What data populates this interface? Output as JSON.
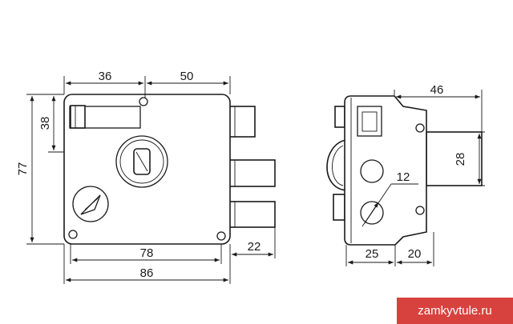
{
  "dimensions": {
    "top_left": "36",
    "top_right": "50",
    "height_total": "77",
    "height_upper": "38",
    "body_width": "78",
    "overall_width": "86",
    "bolt_projection": "22",
    "side_width": "46",
    "side_bolt_height": "28",
    "hole_diameter": "12",
    "side_lower_left": "25",
    "side_lower_right": "20"
  },
  "watermark": {
    "text": "zamkyvtule.ru"
  },
  "colors": {
    "line": "#1a1a1a",
    "watermark_bg": "#d8423e",
    "watermark_text": "#ffffff"
  }
}
